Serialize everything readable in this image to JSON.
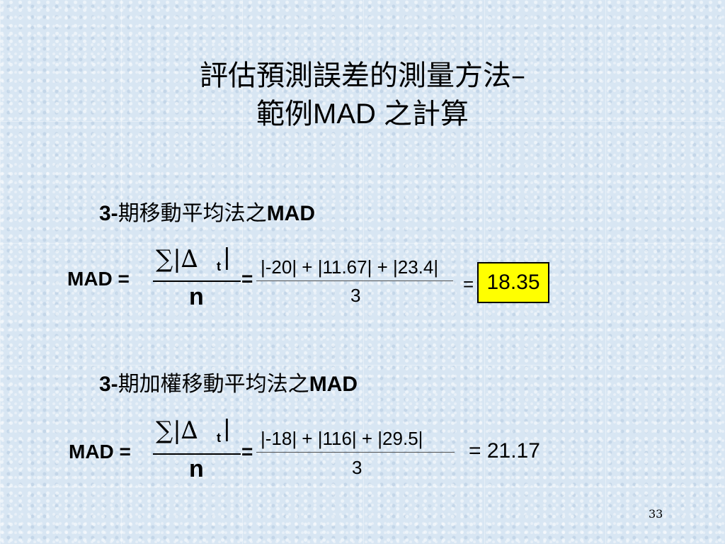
{
  "title": {
    "line1": "評估預測誤差的測量方法–",
    "line2_prefix": "範例",
    "line2_ascii": "MAD ",
    "line2_suffix": "之計算"
  },
  "section1": {
    "heading_num": "3-",
    "heading_text": "期移動平均法之",
    "heading_mad": "MAD",
    "mad_label": "MAD =",
    "sigma": "∑|∆",
    "sub_t": "t",
    "abs_close": "|",
    "n": "n",
    "equals": "=",
    "numerator": "|-20| + |11.67| + |23.4|",
    "denominator": "3",
    "result_equals": "=",
    "result": "18.35"
  },
  "section2": {
    "heading_num": "3-",
    "heading_text": "期加權移動平均法之",
    "heading_mad": "MAD",
    "mad_label": "MAD =",
    "sigma": "∑|∆",
    "sub_t": "t",
    "abs_close": "|",
    "n": "n",
    "equals": "=",
    "numerator": "|-18| + |116| + |29.5|",
    "denominator": "3",
    "result": "= 21.17"
  },
  "page_number": "33",
  "colors": {
    "background": "#d8e6f3",
    "highlight": "#ffff00"
  }
}
